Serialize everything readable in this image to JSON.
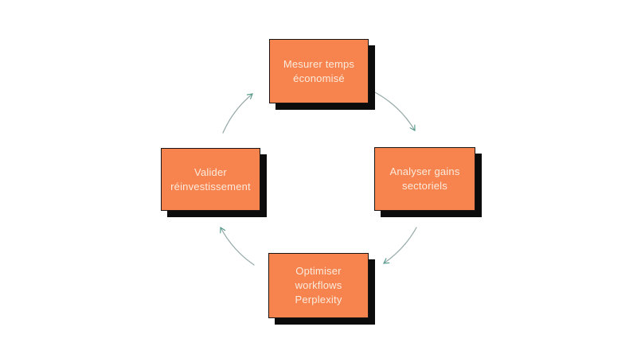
{
  "diagram": {
    "type": "cycle",
    "direction": "clockwise",
    "steps": [
      {
        "label": "Mesurer temps économisé",
        "position": "top",
        "lines": [
          "Mesurer temps",
          "économisé"
        ]
      },
      {
        "label": "Analyser gains sectoriels",
        "position": "right",
        "lines": [
          "Analyser gains",
          "sectoriels"
        ]
      },
      {
        "label": "Optimiser workflows Perplexity",
        "position": "bottom",
        "lines": [
          "Optimiser",
          "workflows",
          "Perplexity"
        ]
      },
      {
        "label": "Valider réinvestissement",
        "position": "left",
        "lines": [
          "Valider",
          "réinvestissement"
        ]
      }
    ],
    "arrows": [
      {
        "from": "Valider réinvestissement",
        "to": "Mesurer temps économisé"
      },
      {
        "from": "Mesurer temps économisé",
        "to": "Analyser gains sectoriels"
      },
      {
        "from": "Analyser gains sectoriels",
        "to": "Optimiser workflows Perplexity"
      },
      {
        "from": "Optimiser workflows Perplexity",
        "to": "Valider réinvestissement"
      }
    ],
    "colors": {
      "background": "#ffffff",
      "box_fill": "#f7834e",
      "box_border": "#1a1412",
      "box_shadow": "#0c0c0c",
      "text": "#fcebdc",
      "arrow_line": "#93a7a6",
      "arrow_head": "#4d9787"
    }
  }
}
